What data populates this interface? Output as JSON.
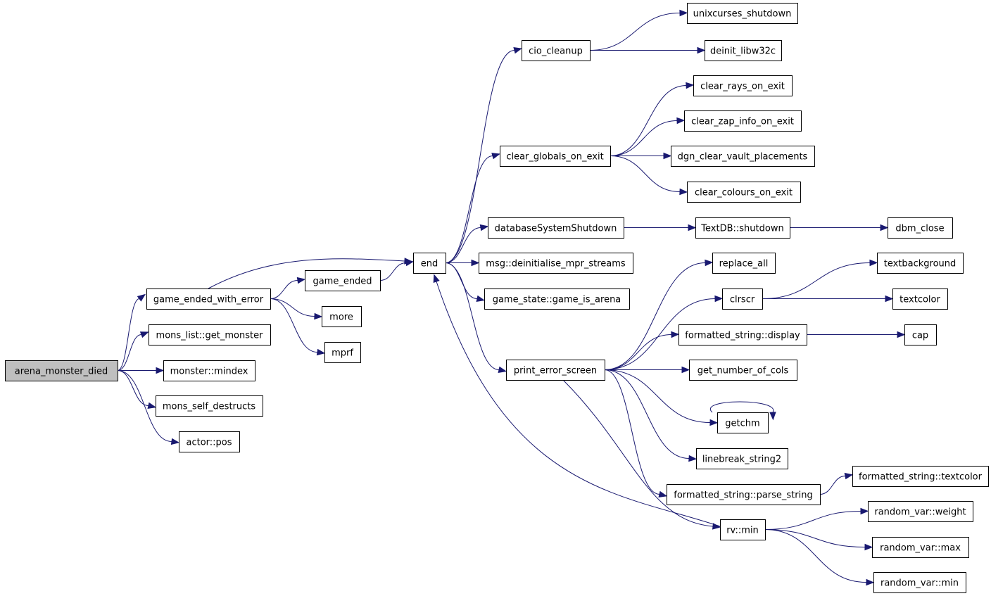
{
  "diagram": {
    "colors": {
      "edge": "#191970",
      "root_fill": "#bfbfbf",
      "node_fill": "#ffffff",
      "node_border": "#000000"
    },
    "nodes": [
      {
        "id": "arena_monster_died",
        "label": "arena_monster_died",
        "root": true
      },
      {
        "id": "game_ended_with_error",
        "label": "game_ended_with_error"
      },
      {
        "id": "mons_list_get_monster",
        "label": "mons_list::get_monster"
      },
      {
        "id": "monster_mindex",
        "label": "monster::mindex"
      },
      {
        "id": "mons_self_destructs",
        "label": "mons_self_destructs"
      },
      {
        "id": "actor_pos",
        "label": "actor::pos"
      },
      {
        "id": "game_ended",
        "label": "game_ended"
      },
      {
        "id": "more",
        "label": "more"
      },
      {
        "id": "mprf",
        "label": "mprf"
      },
      {
        "id": "end",
        "label": "end"
      },
      {
        "id": "cio_cleanup",
        "label": "cio_cleanup"
      },
      {
        "id": "clear_globals_on_exit",
        "label": "clear_globals_on_exit"
      },
      {
        "id": "databaseSystemShutdown",
        "label": "databaseSystemShutdown"
      },
      {
        "id": "msg_deinitialise_mpr_streams",
        "label": "msg::deinitialise_mpr_streams"
      },
      {
        "id": "game_state_game_is_arena",
        "label": "game_state::game_is_arena"
      },
      {
        "id": "print_error_screen",
        "label": "print_error_screen"
      },
      {
        "id": "unixcurses_shutdown",
        "label": "unixcurses_shutdown"
      },
      {
        "id": "deinit_libw32c",
        "label": "deinit_libw32c"
      },
      {
        "id": "clear_rays_on_exit",
        "label": "clear_rays_on_exit"
      },
      {
        "id": "clear_zap_info_on_exit",
        "label": "clear_zap_info_on_exit"
      },
      {
        "id": "dgn_clear_vault_placements",
        "label": "dgn_clear_vault_placements"
      },
      {
        "id": "clear_colours_on_exit",
        "label": "clear_colours_on_exit"
      },
      {
        "id": "TextDB_shutdown",
        "label": "TextDB::shutdown"
      },
      {
        "id": "dbm_close",
        "label": "dbm_close"
      },
      {
        "id": "replace_all",
        "label": "replace_all"
      },
      {
        "id": "clrscr",
        "label": "clrscr"
      },
      {
        "id": "textbackground",
        "label": "textbackground"
      },
      {
        "id": "textcolor",
        "label": "textcolor"
      },
      {
        "id": "formatted_string_display",
        "label": "formatted_string::display"
      },
      {
        "id": "cap",
        "label": "cap"
      },
      {
        "id": "get_number_of_cols",
        "label": "get_number_of_cols"
      },
      {
        "id": "getchm",
        "label": "getchm"
      },
      {
        "id": "linebreak_string2",
        "label": "linebreak_string2"
      },
      {
        "id": "formatted_string_parse_string",
        "label": "formatted_string::parse_string"
      },
      {
        "id": "formatted_string_textcolor",
        "label": "formatted_string::textcolor"
      },
      {
        "id": "rv_min",
        "label": "rv::min"
      },
      {
        "id": "random_var_weight",
        "label": "random_var::weight"
      },
      {
        "id": "random_var_max",
        "label": "random_var::max"
      },
      {
        "id": "random_var_min",
        "label": "random_var::min"
      }
    ],
    "edges": [
      {
        "from": "arena_monster_died",
        "to": "game_ended_with_error"
      },
      {
        "from": "arena_monster_died",
        "to": "mons_list_get_monster"
      },
      {
        "from": "arena_monster_died",
        "to": "monster_mindex"
      },
      {
        "from": "arena_monster_died",
        "to": "mons_self_destructs"
      },
      {
        "from": "arena_monster_died",
        "to": "actor_pos"
      },
      {
        "from": "game_ended_with_error",
        "to": "end"
      },
      {
        "from": "game_ended_with_error",
        "to": "game_ended"
      },
      {
        "from": "game_ended_with_error",
        "to": "more"
      },
      {
        "from": "game_ended_with_error",
        "to": "mprf"
      },
      {
        "from": "game_ended",
        "to": "end"
      },
      {
        "from": "end",
        "to": "cio_cleanup"
      },
      {
        "from": "end",
        "to": "clear_globals_on_exit"
      },
      {
        "from": "end",
        "to": "databaseSystemShutdown"
      },
      {
        "from": "end",
        "to": "msg_deinitialise_mpr_streams"
      },
      {
        "from": "end",
        "to": "game_state_game_is_arena"
      },
      {
        "from": "end",
        "to": "print_error_screen"
      },
      {
        "from": "cio_cleanup",
        "to": "unixcurses_shutdown"
      },
      {
        "from": "cio_cleanup",
        "to": "deinit_libw32c"
      },
      {
        "from": "clear_globals_on_exit",
        "to": "clear_rays_on_exit"
      },
      {
        "from": "clear_globals_on_exit",
        "to": "clear_zap_info_on_exit"
      },
      {
        "from": "clear_globals_on_exit",
        "to": "dgn_clear_vault_placements"
      },
      {
        "from": "clear_globals_on_exit",
        "to": "clear_colours_on_exit"
      },
      {
        "from": "databaseSystemShutdown",
        "to": "TextDB_shutdown"
      },
      {
        "from": "TextDB_shutdown",
        "to": "dbm_close"
      },
      {
        "from": "print_error_screen",
        "to": "replace_all"
      },
      {
        "from": "print_error_screen",
        "to": "clrscr"
      },
      {
        "from": "print_error_screen",
        "to": "formatted_string_display"
      },
      {
        "from": "print_error_screen",
        "to": "get_number_of_cols"
      },
      {
        "from": "print_error_screen",
        "to": "getchm"
      },
      {
        "from": "print_error_screen",
        "to": "linebreak_string2"
      },
      {
        "from": "print_error_screen",
        "to": "formatted_string_parse_string"
      },
      {
        "from": "print_error_screen",
        "to": "rv_min"
      },
      {
        "from": "clrscr",
        "to": "textbackground"
      },
      {
        "from": "clrscr",
        "to": "textcolor"
      },
      {
        "from": "formatted_string_display",
        "to": "cap"
      },
      {
        "from": "getchm",
        "to": "getchm"
      },
      {
        "from": "formatted_string_parse_string",
        "to": "formatted_string_textcolor"
      },
      {
        "from": "rv_min",
        "to": "end"
      },
      {
        "from": "rv_min",
        "to": "random_var_weight"
      },
      {
        "from": "rv_min",
        "to": "random_var_max"
      },
      {
        "from": "rv_min",
        "to": "random_var_min"
      }
    ]
  }
}
